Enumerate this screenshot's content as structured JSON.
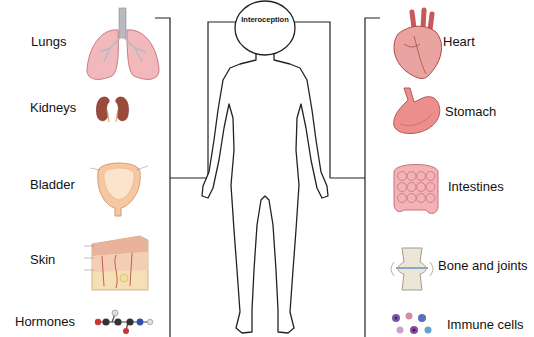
{
  "diagram": {
    "labels": [
      "Interoception",
      "Lungs",
      "Heart",
      "Kidneys",
      "Stomach",
      "Bladder",
      "Intestines",
      "Skin",
      "Bone and joints",
      "Hormones",
      "Immune cells"
    ]
  }
}
